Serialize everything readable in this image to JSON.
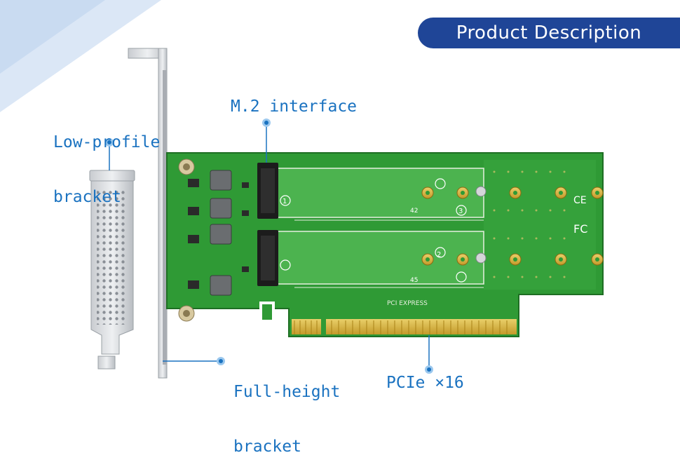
{
  "banner": {
    "title": "Product Description"
  },
  "callouts": {
    "low_profile": {
      "line1": "Low-profile",
      "line2": "bracket"
    },
    "m2_interface": "M.2 interface",
    "full_height": {
      "line1": "Full-height",
      "line2": "bracket"
    },
    "pcie": "PCIe ×16"
  },
  "board_markings": {
    "pci_express_logo": "PCI EXPRESS",
    "slot_number_1": "1",
    "slot_number_2": "2",
    "slot_number_3": "3",
    "standoff_label_42": "42",
    "standoff_label_45": "45",
    "fcc_mark": "FC",
    "ce_mark": "CE"
  },
  "colors": {
    "accent": "#1f4597",
    "callout_text": "#1a72c0",
    "pcb_green": "#2f9a35",
    "gold": "#d4b44a"
  }
}
